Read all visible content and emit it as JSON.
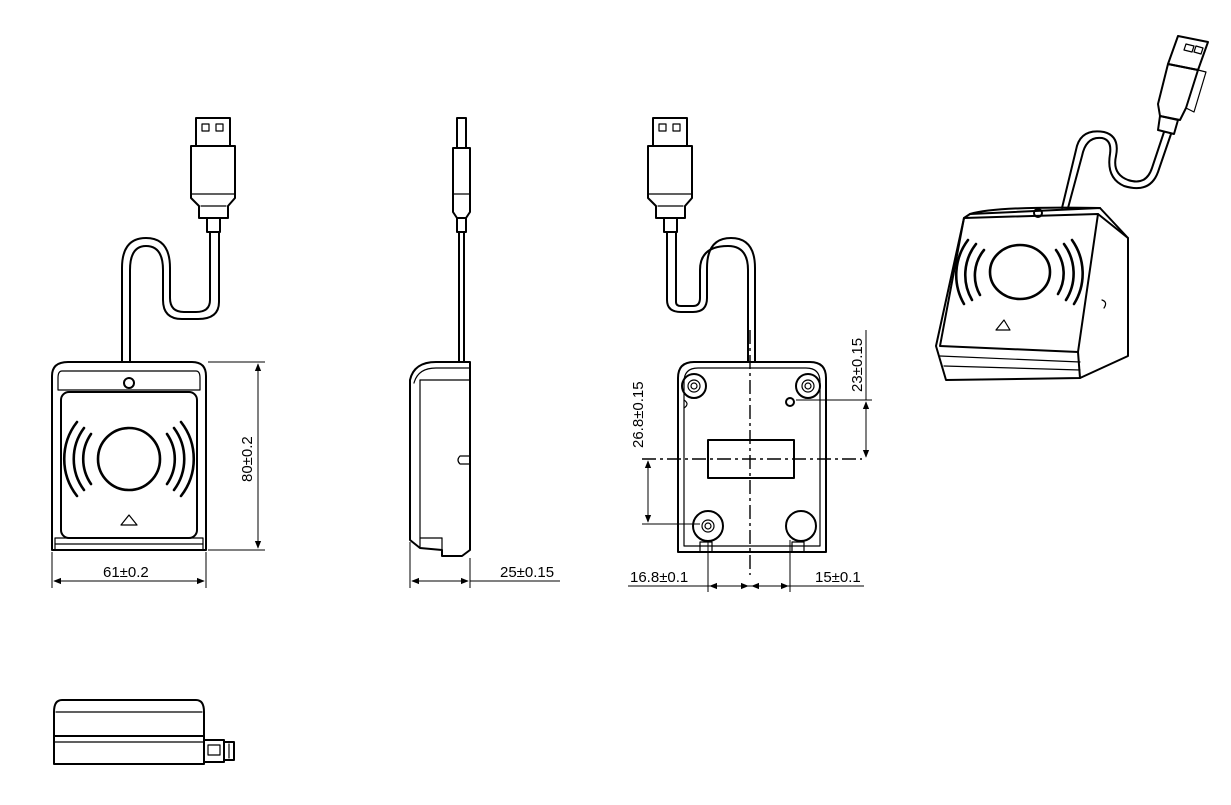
{
  "dimensions": {
    "front_width": "61±0.2",
    "front_height": "80±0.2",
    "side_depth": "25±0.15",
    "back_hole_height": "26.8±0.15",
    "back_hole_top": "23±0.15",
    "back_hole_left": "16.8±0.1",
    "back_hole_right": "15±0.1"
  }
}
